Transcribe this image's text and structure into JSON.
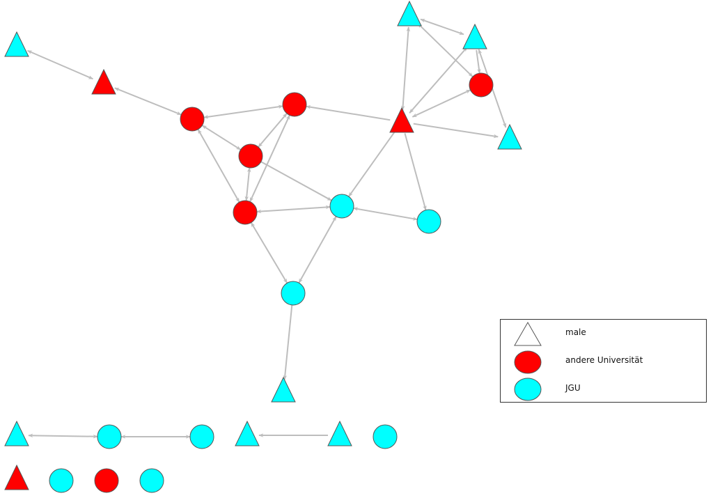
{
  "colors": {
    "andere": "#ff0000",
    "jgu": "#00ffff",
    "edge": "#bdbdbd",
    "outline": "#555555"
  },
  "legend": {
    "items": [
      {
        "label": "male",
        "shape": "triangle",
        "fill": "#ffffff"
      },
      {
        "label": "andere Universität",
        "shape": "circle",
        "fill": "#ff0000"
      },
      {
        "label": "JGU",
        "shape": "circle",
        "fill": "#00ffff"
      }
    ]
  },
  "nodes": [
    {
      "shape": "triangle",
      "group": "jgu"
    },
    {
      "shape": "triangle",
      "group": "andere"
    },
    {
      "shape": "circle",
      "group": "andere"
    },
    {
      "shape": "circle",
      "group": "andere"
    },
    {
      "shape": "circle",
      "group": "andere"
    },
    {
      "shape": "circle",
      "group": "andere"
    },
    {
      "shape": "circle",
      "group": "jgu"
    },
    {
      "shape": "circle",
      "group": "jgu"
    },
    {
      "shape": "circle",
      "group": "jgu"
    },
    {
      "shape": "triangle",
      "group": "jgu"
    },
    {
      "shape": "triangle",
      "group": "andere"
    },
    {
      "shape": "triangle",
      "group": "jgu"
    },
    {
      "shape": "triangle",
      "group": "jgu"
    },
    {
      "shape": "circle",
      "group": "andere"
    },
    {
      "shape": "triangle",
      "group": "jgu"
    },
    {
      "shape": "triangle",
      "group": "jgu"
    },
    {
      "shape": "circle",
      "group": "jgu"
    },
    {
      "shape": "circle",
      "group": "jgu"
    },
    {
      "shape": "triangle",
      "group": "jgu"
    },
    {
      "shape": "triangle",
      "group": "jgu"
    },
    {
      "shape": "circle",
      "group": "jgu"
    },
    {
      "shape": "triangle",
      "group": "andere"
    },
    {
      "shape": "circle",
      "group": "jgu"
    },
    {
      "shape": "circle",
      "group": "andere"
    },
    {
      "shape": "circle",
      "group": "jgu"
    }
  ],
  "edges": [
    [
      0,
      1,
      "both"
    ],
    [
      1,
      2,
      "both"
    ],
    [
      2,
      3,
      "both"
    ],
    [
      2,
      4,
      "both"
    ],
    [
      2,
      5,
      "both"
    ],
    [
      3,
      4,
      "both"
    ],
    [
      3,
      5,
      "both"
    ],
    [
      4,
      5,
      "both"
    ],
    [
      4,
      6,
      "forward"
    ],
    [
      5,
      6,
      "both"
    ],
    [
      6,
      7,
      "both"
    ],
    [
      6,
      8,
      "both"
    ],
    [
      5,
      8,
      "both"
    ],
    [
      8,
      9,
      "forward"
    ],
    [
      10,
      3,
      "forward"
    ],
    [
      10,
      6,
      "forward"
    ],
    [
      10,
      7,
      "forward"
    ],
    [
      10,
      11,
      "both"
    ],
    [
      10,
      12,
      "both"
    ],
    [
      10,
      13,
      "both"
    ],
    [
      10,
      14,
      "forward"
    ],
    [
      11,
      12,
      "both"
    ],
    [
      11,
      13,
      "both"
    ],
    [
      12,
      13,
      "forward"
    ],
    [
      12,
      14,
      "both"
    ],
    [
      15,
      16,
      "both"
    ],
    [
      16,
      17,
      "both"
    ],
    [
      19,
      18,
      "forward"
    ]
  ]
}
